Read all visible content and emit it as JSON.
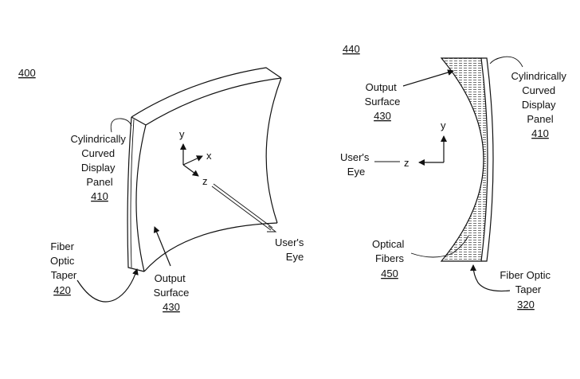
{
  "left_figure": {
    "figure_number": "400",
    "display_panel_label": [
      "Cylindrically",
      "Curved",
      "Display",
      "Panel"
    ],
    "display_panel_ref": "410",
    "taper_label": [
      "Fiber",
      "Optic",
      "Taper"
    ],
    "taper_ref": "420",
    "output_surface_label": [
      "Output",
      "Surface"
    ],
    "output_surface_ref": "430",
    "eye_label": [
      "User's",
      "Eye"
    ],
    "axes": {
      "y": "y",
      "x": "x",
      "z": "z"
    }
  },
  "right_figure": {
    "figure_number": "440",
    "output_surface_label": [
      "Output",
      "Surface"
    ],
    "output_surface_ref": "430",
    "display_panel_label": [
      "Cylindrically",
      "Curved",
      "Display",
      "Panel"
    ],
    "display_panel_ref": "410",
    "eye_label": [
      "User's",
      "Eye"
    ],
    "fibers_label": [
      "Optical",
      "Fibers"
    ],
    "fibers_ref": "450",
    "taper_label": [
      "Fiber Optic",
      "Taper"
    ],
    "taper_ref": "320",
    "axes": {
      "y": "y",
      "z": "z"
    }
  }
}
